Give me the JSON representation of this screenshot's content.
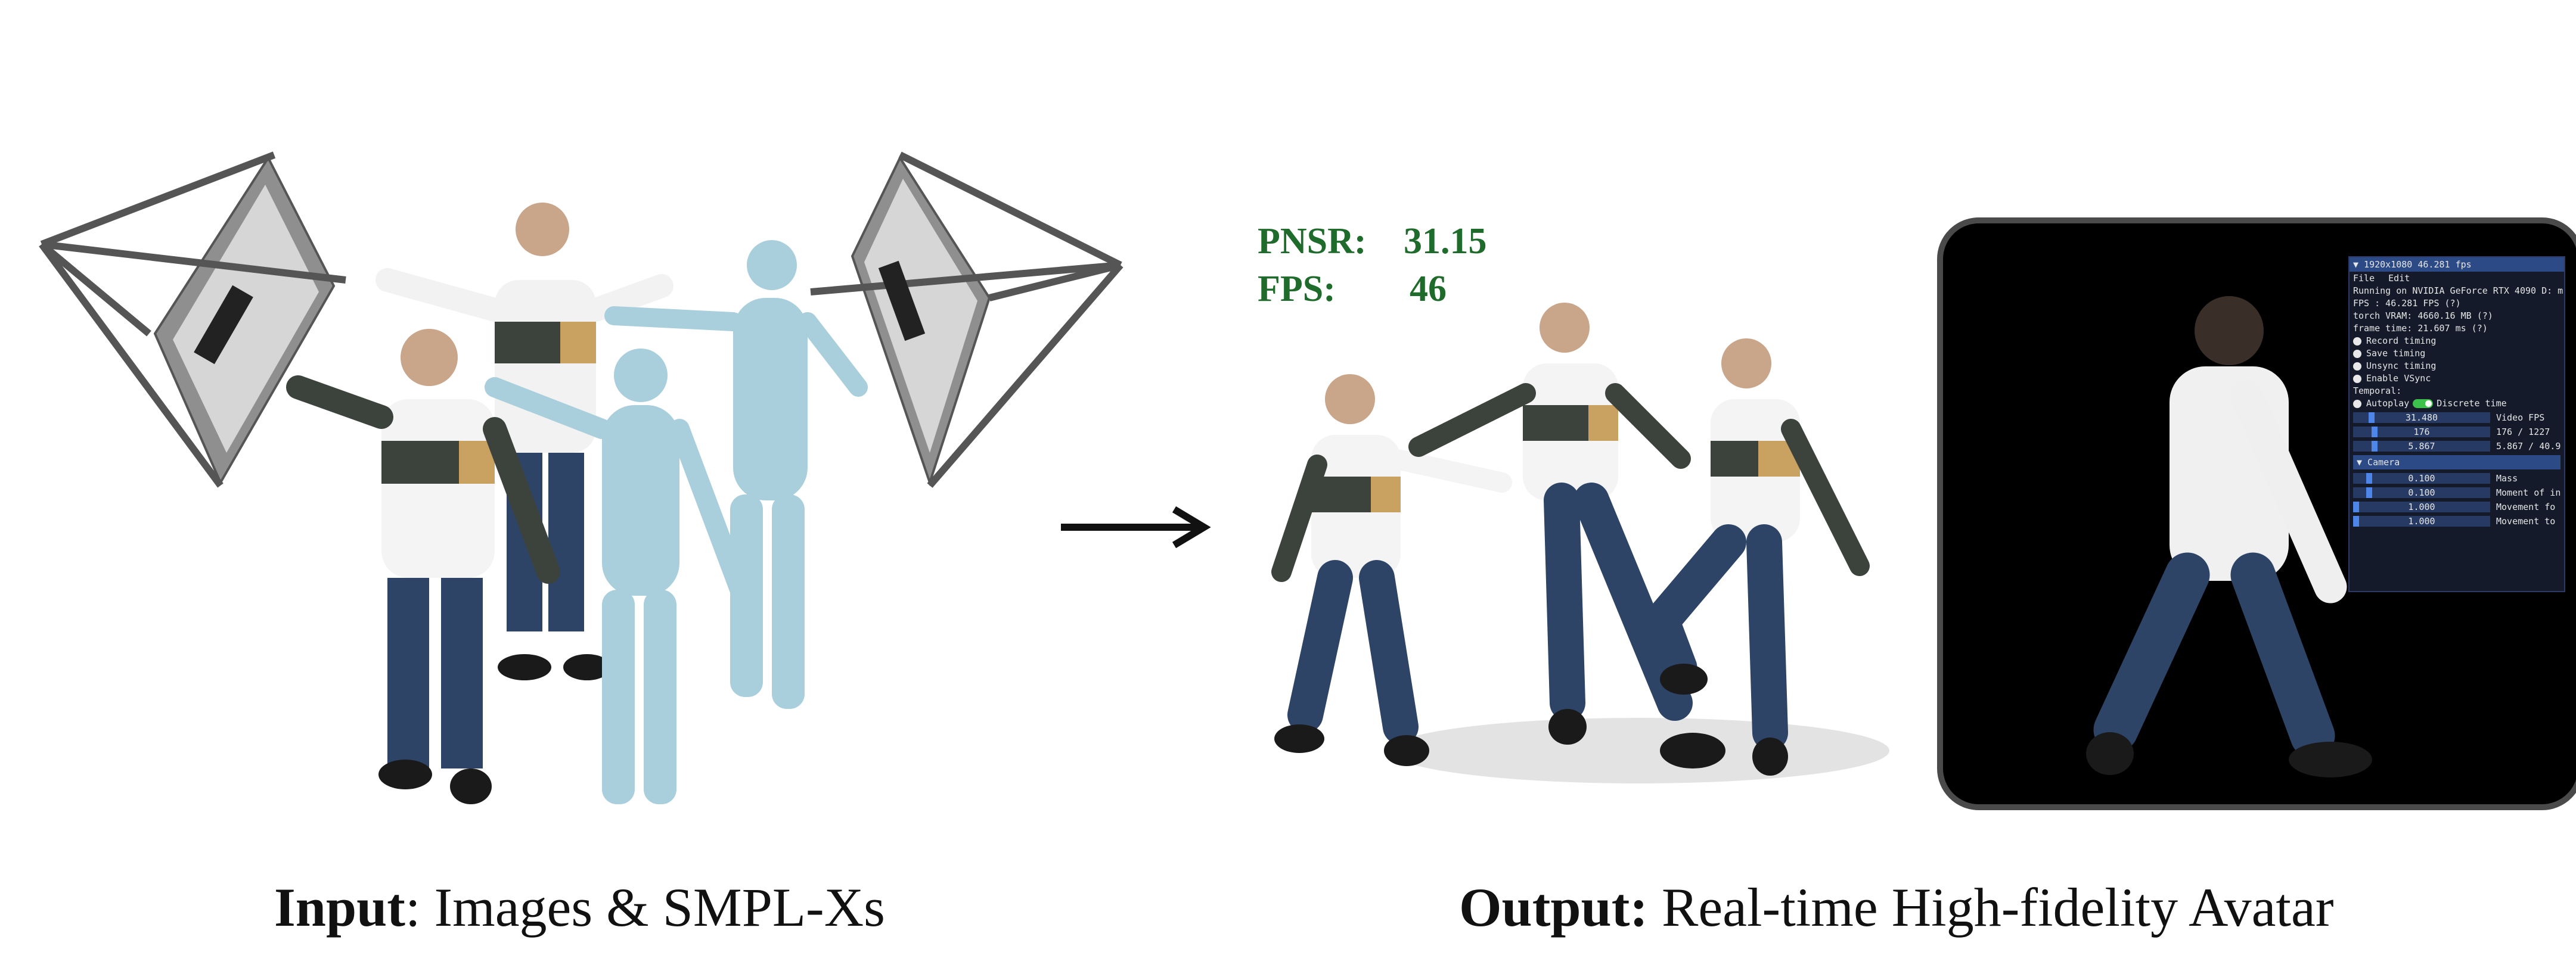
{
  "captions": {
    "input_bold": "Input",
    "input_rest": ": Images & SMPL-Xs",
    "output_bold": "Output:",
    "output_rest": " Real-time High-fidelity Avatar"
  },
  "metrics": {
    "psnr_label": "PNSR:",
    "psnr_value": "31.15",
    "fps_label": "FPS:",
    "fps_value": "46"
  },
  "viewer_panel": {
    "title": "▼ 1920x1080 46.281 fps",
    "menu": [
      "File",
      "Edit"
    ],
    "info_lines": [
      "Running on NVIDIA GeForce RTX 4090 D: m",
      "FPS       :  46.281 FPS  (?)",
      "torch VRAM: 4660.16 MB   (?)",
      "frame time:  21.607 ms   (?)"
    ],
    "checkboxes": [
      "Record timing",
      "Save timing",
      "Unsync timing",
      "Enable VSync"
    ],
    "temporal_label": "Temporal:",
    "autoplay_label": "Autoplay",
    "discrete_label": "Discrete time",
    "sliders": [
      {
        "value": "31.480",
        "label": "Video FPS",
        "level": 0.12
      },
      {
        "value": "176",
        "label": "176 / 1227",
        "level": 0.14
      },
      {
        "value": "5.867",
        "label": "5.867 / 40.9",
        "level": 0.14
      }
    ],
    "camera_section": "▼ Camera",
    "camera_sliders": [
      {
        "value": "0.100",
        "label": "Mass",
        "level": 0.1
      },
      {
        "value": "0.100",
        "label": "Moment of in",
        "level": 0.1
      },
      {
        "value": "1.000",
        "label": "Movement fo",
        "level": 0.0
      },
      {
        "value": "1.000",
        "label": "Movement to",
        "level": 0.0
      }
    ]
  },
  "colors": {
    "metric_green": "#1f6b2b",
    "smpl_body": "#a9cfdc",
    "camera_frame": "#555555",
    "viewer_border": "#4a4a4a"
  }
}
